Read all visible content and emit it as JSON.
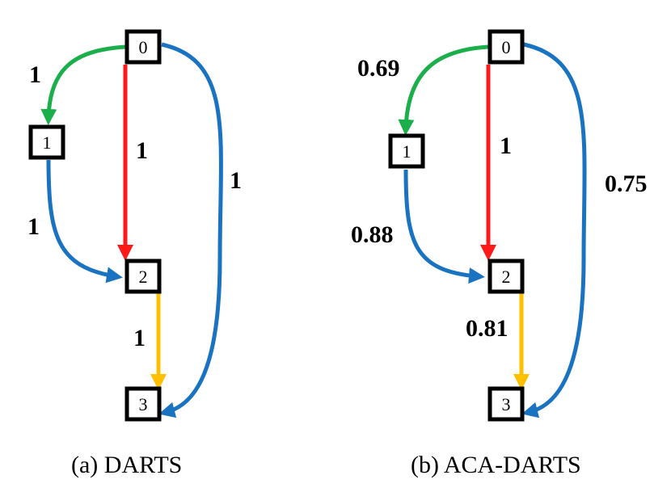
{
  "colors": {
    "green": "#1aaf4b",
    "red": "#ff1a1a",
    "blue": "#1a73c0",
    "yellow": "#ffc000"
  },
  "diagrams": [
    {
      "caption": "(a) DARTS",
      "nodes": [
        "0",
        "1",
        "2",
        "3"
      ],
      "edges": [
        {
          "from": "0",
          "to": "1",
          "color": "green",
          "label": "1"
        },
        {
          "from": "0",
          "to": "2",
          "color": "red",
          "label": "1"
        },
        {
          "from": "0",
          "to": "3",
          "color": "blue",
          "label": "1"
        },
        {
          "from": "1",
          "to": "2",
          "color": "blue",
          "label": "1"
        },
        {
          "from": "2",
          "to": "3",
          "color": "yellow",
          "label": "1"
        }
      ]
    },
    {
      "caption": "(b) ACA-DARTS",
      "nodes": [
        "0",
        "1",
        "2",
        "3"
      ],
      "edges": [
        {
          "from": "0",
          "to": "1",
          "color": "green",
          "label": "0.69"
        },
        {
          "from": "0",
          "to": "2",
          "color": "red",
          "label": "1"
        },
        {
          "from": "0",
          "to": "3",
          "color": "blue",
          "label": "0.75"
        },
        {
          "from": "1",
          "to": "2",
          "color": "blue",
          "label": "0.88"
        },
        {
          "from": "2",
          "to": "3",
          "color": "yellow",
          "label": "0.81"
        }
      ]
    }
  ]
}
